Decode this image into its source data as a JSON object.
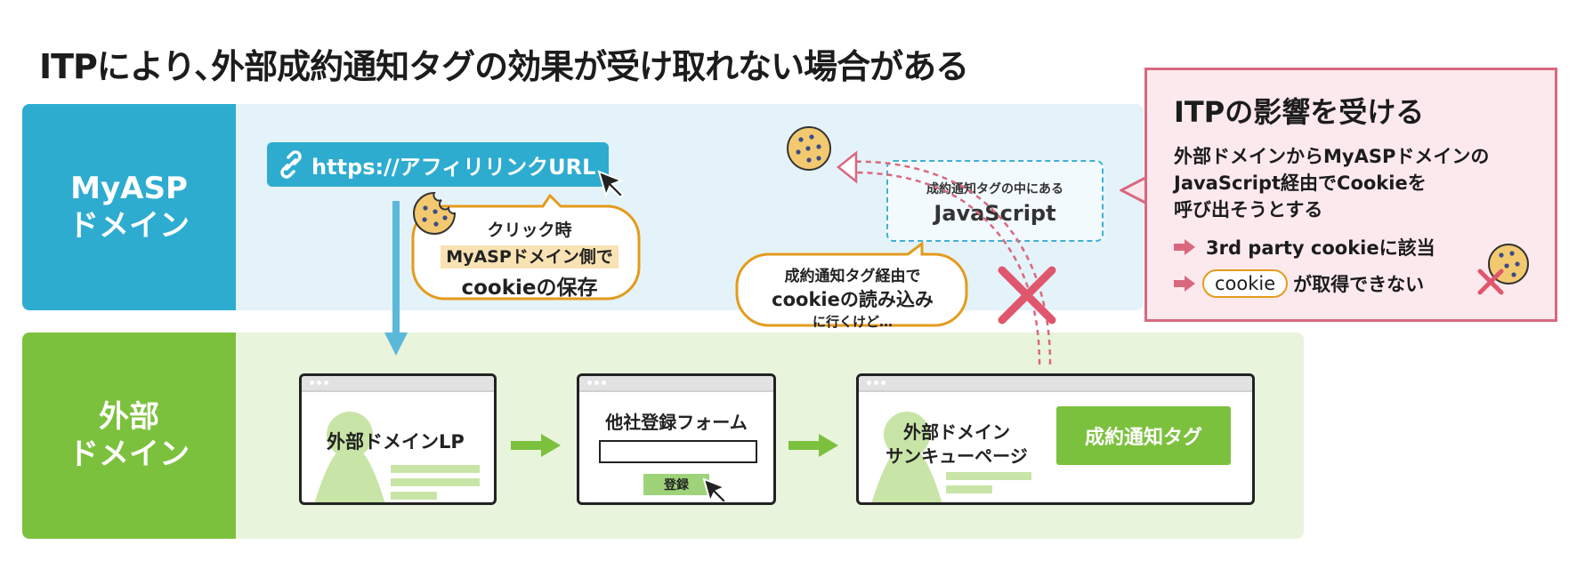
{
  "title": "ITPにより､外部成約通知タグの効果が受け取れない場合がある",
  "bands": {
    "myasp": {
      "line1": "MyASP",
      "line2": "ドメイン"
    },
    "external": {
      "line1": "外部",
      "line2": "ドメイン"
    }
  },
  "url_pill": "https://アフィリリンクURL",
  "click_bubble": {
    "line1": "クリック時",
    "line2": "MyASPドメイン側で",
    "line3": "cookieの保存"
  },
  "read_bubble": {
    "line1": "成約通知タグ経由で",
    "line2": "cookieの読み込み",
    "line3": "に行くけど…"
  },
  "js_box": {
    "caption": "成約通知タグの中にある",
    "label": "JavaScript"
  },
  "pages": {
    "lp": {
      "title": "外部ドメインLP"
    },
    "form": {
      "title": "他社登録フォーム",
      "button": "登録"
    },
    "thanks": {
      "line1": "外部ドメイン",
      "line2": "サンキューページ",
      "tag_button": "成約通知タグ"
    }
  },
  "itp_box": {
    "title": "ITPの影響を受ける",
    "desc": [
      "外部ドメインからMyASPドメインの",
      "JavaScript経由でCookieを",
      "呼び出そうとする"
    ],
    "bullets": [
      {
        "pill": "",
        "text": "3rd party cookieに該当"
      },
      {
        "pill": "cookie",
        "text": "が取得できない"
      }
    ]
  },
  "colors": {
    "myasp_blue": "#2eacd0",
    "myasp_bg": "#e4f3f9",
    "ext_green": "#7cc13d",
    "ext_bg": "#e9f4dc",
    "accent_red": "#d9687f",
    "orange": "#e49b1c"
  },
  "icons": [
    "link-icon",
    "cookie-icon",
    "cursor-icon",
    "arrow-right-icon",
    "cross-icon"
  ]
}
